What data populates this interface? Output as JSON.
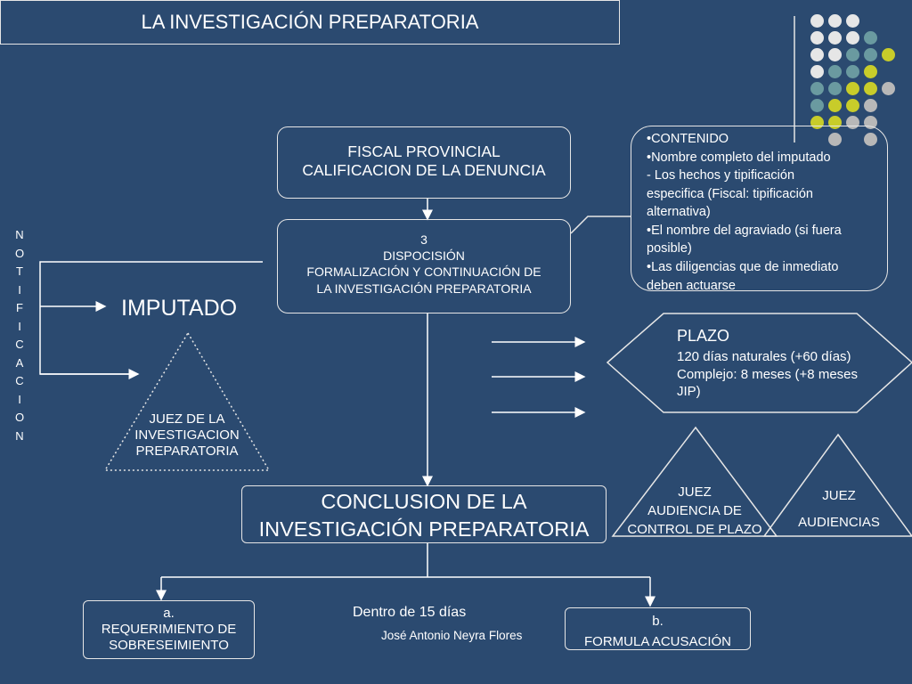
{
  "title": "LA INVESTIGACIÓN PREPARATORIA",
  "fiscal": {
    "lines": "FISCAL PROVINCIAL\nCALIFICACION DE LA DENUNCIA"
  },
  "disposicion": {
    "lines": "3\nDISPOCISIÓN\nFORMALIZACIÓN Y CONTINUACIÓN DE\nLA INVESTIGACIÓN PREPARATORIA"
  },
  "contenido": {
    "lines": "•CONTENIDO\n•Nombre completo del imputado\n- Los hechos y tipificación\nespecifica (Fiscal: tipificación\nalternativa)\n•El nombre del agraviado (si fuera\nposible)\n•Las diligencias que de inmediato\ndeben actuarse"
  },
  "notificacion": [
    "N",
    "O",
    "T",
    "I",
    "F",
    "I",
    "C",
    "A",
    "C",
    "I",
    "O",
    "N"
  ],
  "imputado": "IMPUTADO",
  "juez_ip": "JUEZ DE LA\nINVESTIGACION\nPREPARATORIA",
  "plazo": {
    "heading": "PLAZO",
    "lines": "120 días naturales (+60 días)\nComplejo: 8 meses (+8 meses\n JIP)"
  },
  "juez_control": "JUEZ\nAUDIENCIA DE\nCONTROL DE PLAZO",
  "juez_audiencias": {
    "top": "JUEZ",
    "bottom": "AUDIENCIAS"
  },
  "conclusion": "CONCLUSION DE LA\nINVESTIGACIÓN PREPARATORIA",
  "requerimiento": "a.\nREQUERIMIENTO DE\nSOBRESEIMIENTO",
  "acusacion": "b.\nFORMULA ACUSACIÓN",
  "dentro": "Dentro de 15 días",
  "author": "José Antonio Neyra Flores",
  "colors": {
    "background": "#2b4a70",
    "dot_light": "#e6e6e6",
    "dot_teal": "#6a9aa0",
    "dot_yellow": "#c8cc2a",
    "dot_gray": "#b8b8b8"
  },
  "dot_pattern": [
    [
      "light",
      "light",
      "light",
      null,
      null
    ],
    [
      "light",
      "light",
      "light",
      "teal",
      null
    ],
    [
      "light",
      "light",
      "teal",
      "teal",
      "yellow"
    ],
    [
      "light",
      "teal",
      "teal",
      "yellow",
      null
    ],
    [
      "teal",
      "teal",
      "yellow",
      "yellow",
      "gray"
    ],
    [
      "teal",
      "yellow",
      "yellow",
      "gray",
      null
    ],
    [
      "yellow",
      "yellow",
      "gray",
      "gray",
      null
    ],
    [
      null,
      "gray",
      null,
      "gray",
      null
    ]
  ]
}
